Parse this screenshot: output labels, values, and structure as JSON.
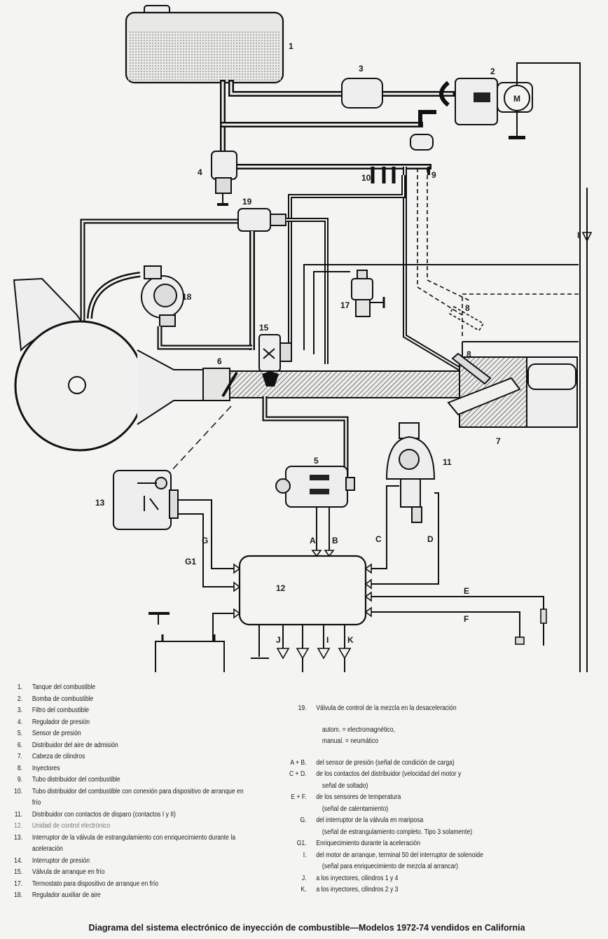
{
  "diagram": {
    "component_numbers": [
      "1",
      "2",
      "3",
      "4",
      "5",
      "6",
      "7",
      "8",
      "8",
      "9",
      "10",
      "11",
      "12",
      "13",
      "15",
      "17",
      "18",
      "19"
    ],
    "signal_letters": [
      "A",
      "B",
      "C",
      "D",
      "E",
      "F",
      "G",
      "G1",
      "I",
      "I",
      "J",
      "K"
    ],
    "motor_symbol": "M"
  },
  "legend_left": [
    {
      "num": "1.",
      "text": "Tanque del combustible"
    },
    {
      "num": "2.",
      "text": "Bomba de combustible"
    },
    {
      "num": "3.",
      "text": "Filtro del combustible"
    },
    {
      "num": "4.",
      "text": "Regulador de presión"
    },
    {
      "num": "5.",
      "text": "Sensor de presión"
    },
    {
      "num": "6.",
      "text": "Distribuidor del aire de admisión"
    },
    {
      "num": "7.",
      "text": "Cabeza de cilindros"
    },
    {
      "num": "8.",
      "text": "Inyectores"
    },
    {
      "num": "9.",
      "text": "Tubo distribuidor del combustible"
    },
    {
      "num": "10.",
      "text": "Tubo distribuidor del combustible con conexión para dispositivo de arranque en",
      "cont": "frío"
    },
    {
      "num": "11.",
      "text": "Distribuidor con contactos de disparo (contactos I y II)"
    },
    {
      "num": "12.",
      "text": "Unidad de control electrónico"
    },
    {
      "num": "13.",
      "text": "Interruptor de la válvula de estrangulamiento con enriquecimiento durante la",
      "cont": "aceleración"
    },
    {
      "num": "14.",
      "text": "Interruptor de presión"
    },
    {
      "num": "15.",
      "text": "Válvula de arranque en frío"
    },
    {
      "num": "17.",
      "text": "Termostato para dispositivo de arranque en frío"
    },
    {
      "num": "18.",
      "text": "Regulador auxiliar de aire"
    }
  ],
  "legend_right": {
    "item19": {
      "num": "19.",
      "text": "Válvula de control de la mezcla en la desaceleración"
    },
    "autom": "autom.  =  electromagnético,",
    "manual": "manual.  =  neumático",
    "signals": [
      {
        "num": "A + B.",
        "text": "del sensor de presión (señal de condición de carga)"
      },
      {
        "num": "C + D.",
        "text": "de los contactos del distribuidor (velocidad del motor y",
        "cont": "señal de soltado)"
      },
      {
        "num": "E + F.",
        "text": "de los sensores de temperatura",
        "cont": "(señal de calentamiento)"
      },
      {
        "num": "G.",
        "text": "del interruptor de la válvula en mariposa",
        "cont": "(señal de estrangulamiento completo. Tipo 3 solamente)"
      },
      {
        "num": "G1.",
        "text": "Enriquecimiento durante la aceleración"
      },
      {
        "num": "I.",
        "text": "del motor de arranque, terminal 50 del interruptor de solenoide",
        "cont": "(señal para enriquecimiento de mezcla al arrancar)"
      },
      {
        "num": "J.",
        "text": "a los inyectores, cilindros 1 y 4"
      },
      {
        "num": "K.",
        "text": "a los inyectores, cilindros 2 y 3"
      }
    ]
  },
  "caption": "Diagrama del sistema electrónico de inyección de combustible—Modelos 1972-74 vendidos en California"
}
